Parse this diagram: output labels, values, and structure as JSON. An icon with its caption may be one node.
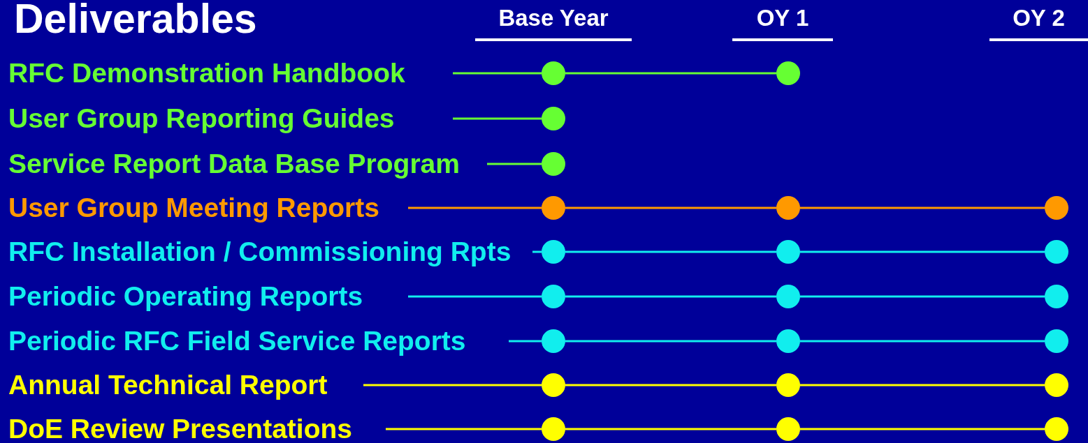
{
  "diagram": {
    "title": "Deliverables",
    "nodes": [
      {
        "text": [
          "RFC Demonstration Handbook"
        ]
      },
      {
        "text": [],
        "shape": "circle"
      },
      {
        "text": [],
        "shape": "circle"
      },
      {
        "text": [
          "User Group Reporting Guides"
        ]
      },
      {
        "text": [],
        "shape": "circle"
      },
      {
        "text": [
          "Service Report Data Base Program"
        ]
      },
      {
        "text": [],
        "shape": "circle"
      },
      {
        "text": [
          "User Group Meeting Reports"
        ]
      },
      {
        "text": [],
        "shape": "circle"
      },
      {
        "text": [],
        "shape": "circle"
      },
      {
        "text": [],
        "shape": "circle"
      },
      {
        "text": [
          "RFC Installation / Commissioning Rpts"
        ]
      },
      {
        "text": [],
        "shape": "circle"
      },
      {
        "text": [],
        "shape": "circle"
      },
      {
        "text": [],
        "shape": "circle"
      },
      {
        "text": [
          "Periodic Operating Reports"
        ]
      },
      {
        "text": [],
        "shape": "circle"
      },
      {
        "text": [],
        "shape": "circle"
      },
      {
        "text": [],
        "shape": "circle"
      },
      {
        "text": [
          "Periodic RFC Field Service Reports"
        ]
      },
      {
        "text": [],
        "shape": "circle"
      },
      {
        "text": [],
        "shape": "circle"
      },
      {
        "text": [],
        "shape": "circle"
      },
      {
        "text": [
          "Annual Technical Report"
        ]
      },
      {
        "text": [],
        "shape": "circle"
      },
      {
        "text": [],
        "shape": "circle"
      },
      {
        "text": [],
        "shape": "circle"
      },
      {
        "text": [
          "DoE Review Presentations"
        ]
      },
      {
        "text": [],
        "shape": "circle"
      },
      {
        "text": [],
        "shape": "circle"
      },
      {
        "text": [],
        "shape": "circle"
      }
    ],
    "edges": [
      {
        "from": null,
        "to": 1,
        "arrow": "none",
        "color": "#66ff33"
      },
      {
        "from": 1,
        "to": 2,
        "arrow": "none",
        "color": "#66ff33"
      },
      {
        "from": null,
        "to": 4,
        "arrow": "none",
        "color": "#66ff33"
      },
      {
        "from": null,
        "to": 6,
        "arrow": "none",
        "color": "#66ff33"
      },
      {
        "from": null,
        "to": 8,
        "arrow": "none",
        "color": "#ff9900"
      },
      {
        "from": 8,
        "to": 9,
        "arrow": "none",
        "color": "#ff9900"
      },
      {
        "from": 9,
        "to": 10,
        "arrow": "none",
        "color": "#ff9900"
      },
      {
        "from": null,
        "to": 12,
        "arrow": "none"
      },
      {
        "from": 12,
        "to": 13,
        "arrow": "none"
      },
      {
        "from": 13,
        "to": 14,
        "arrow": "none"
      },
      {
        "from": null,
        "to": 16,
        "arrow": "none"
      },
      {
        "from": 16,
        "to": 17,
        "arrow": "none"
      },
      {
        "from": 17,
        "to": 18,
        "arrow": "none"
      },
      {
        "from": null,
        "to": 20,
        "arrow": "none"
      },
      {
        "from": 20,
        "to": 21,
        "arrow": "none"
      },
      {
        "from": 21,
        "to": 22,
        "arrow": "none"
      },
      {
        "from": null,
        "to": 24,
        "arrow": "none",
        "color": "#ffff00"
      },
      {
        "from": 24,
        "to": 25,
        "arrow": "none",
        "color": "#ffff00"
      },
      {
        "from": 25,
        "to": 26,
        "arrow": "none",
        "color": "#ffff00"
      },
      {
        "from": null,
        "to": 28,
        "arrow": "none",
        "color": "#ffff00"
      },
      {
        "from": 28,
        "to": 29,
        "arrow": "none",
        "color": "#ffff00"
      },
      {
        "from": 29,
        "to": 30,
        "arrow": "none",
        "color": "#ffff00"
      }
    ],
    "labels": [
      "Base Year",
      "OY 1",
      "OY 2"
    ]
  }
}
